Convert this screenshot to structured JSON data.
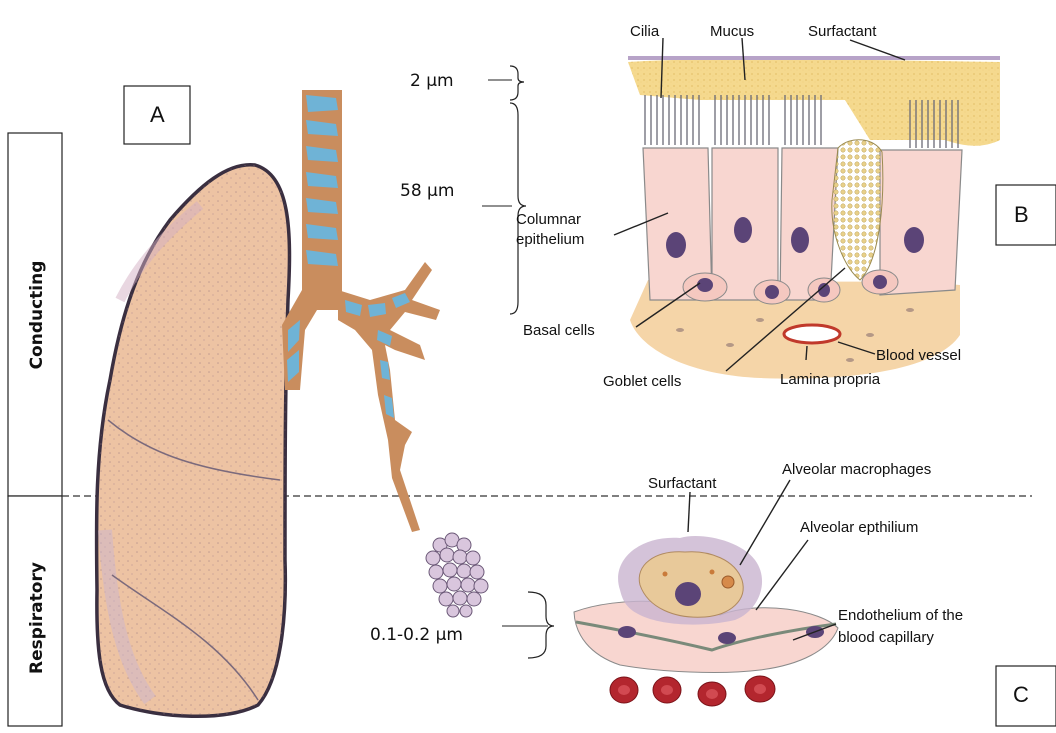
{
  "panels": {
    "a": "A",
    "b": "B",
    "c": "C"
  },
  "sidebar": {
    "conducting": "Conducting",
    "respiratory": "Respiratory"
  },
  "panel_b": {
    "cilia": "Cilia",
    "mucus": "Mucus",
    "surfactant": "Surfactant",
    "columnar_line1": "Columnar",
    "columnar_line2": "epithelium",
    "basal": "Basal cells",
    "goblet": "Goblet cells",
    "blood_vessel": "Blood vessel",
    "lamina": "Lamina propria",
    "dim_top": "2 µm",
    "dim_main": "58 µm"
  },
  "panel_c": {
    "surfactant": "Surfactant",
    "macrophages": "Alveolar macrophages",
    "epithelium": "Alveolar epthilium",
    "endo_line1": "Endothelium of the",
    "endo_line2": "blood capillary",
    "dim": "0.1-0.2 µm"
  },
  "colors": {
    "lung_fill": "#edc3a3",
    "lung_outline": "#3a2f40",
    "airway_blue": "#6fb3d6",
    "airway_tan": "#c98d5e",
    "mucus": "#f5d98e",
    "cell_pink": "#f8d6d0",
    "nucleus": "#5b4477",
    "lamina": "#f5d5a8",
    "rbc": "#b3262e",
    "alveoli": "#c9b4cf"
  }
}
